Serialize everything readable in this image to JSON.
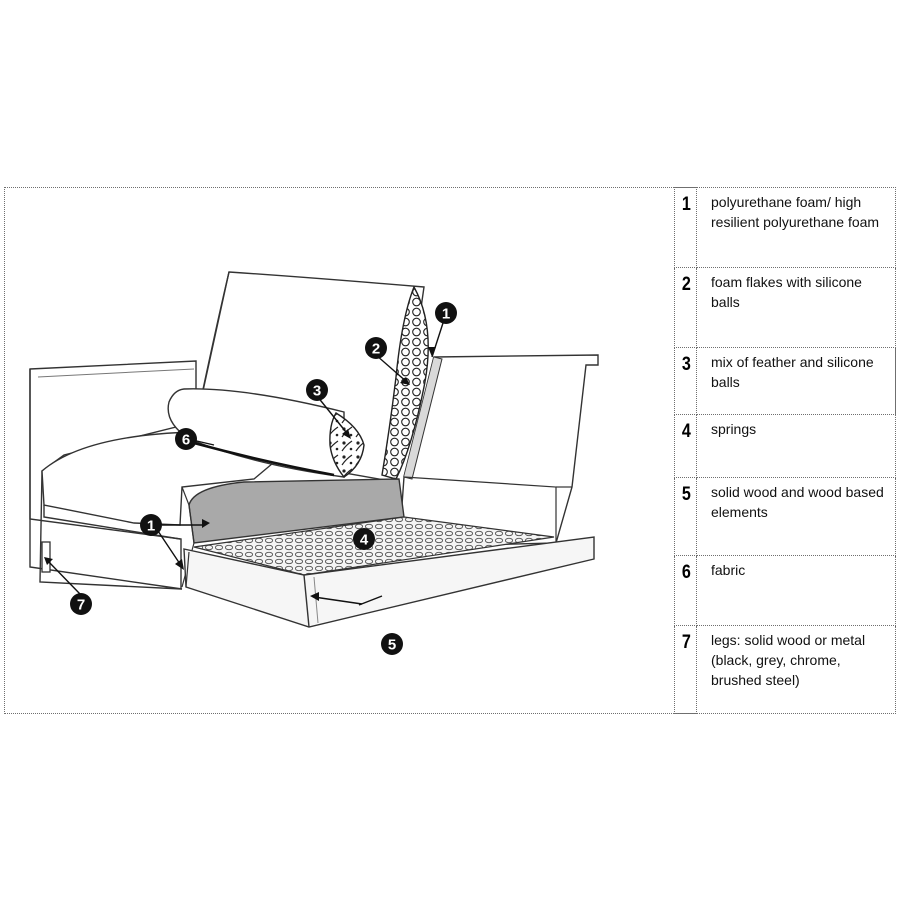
{
  "legend": [
    {
      "num": "1",
      "text": "polyurethane foam/ high resilient polyurethane foam"
    },
    {
      "num": "2",
      "text": "foam flakes with silicone balls"
    },
    {
      "num": "3",
      "text": "mix of feather and silicone balls"
    },
    {
      "num": "4",
      "text": "springs"
    },
    {
      "num": "5",
      "text": " solid wood and wood based elements"
    },
    {
      "num": "6",
      "text": "fabric"
    },
    {
      "num": "7",
      "text": "legs:  solid wood or metal (black, grey, chrome, brushed steel)"
    }
  ],
  "callouts": {
    "foam_back": "1",
    "foam_seat": "1",
    "flakes": "2",
    "feather_mix": "3",
    "springs": "4",
    "wood_frame": "5",
    "fabric": "6",
    "legs": "7"
  }
}
